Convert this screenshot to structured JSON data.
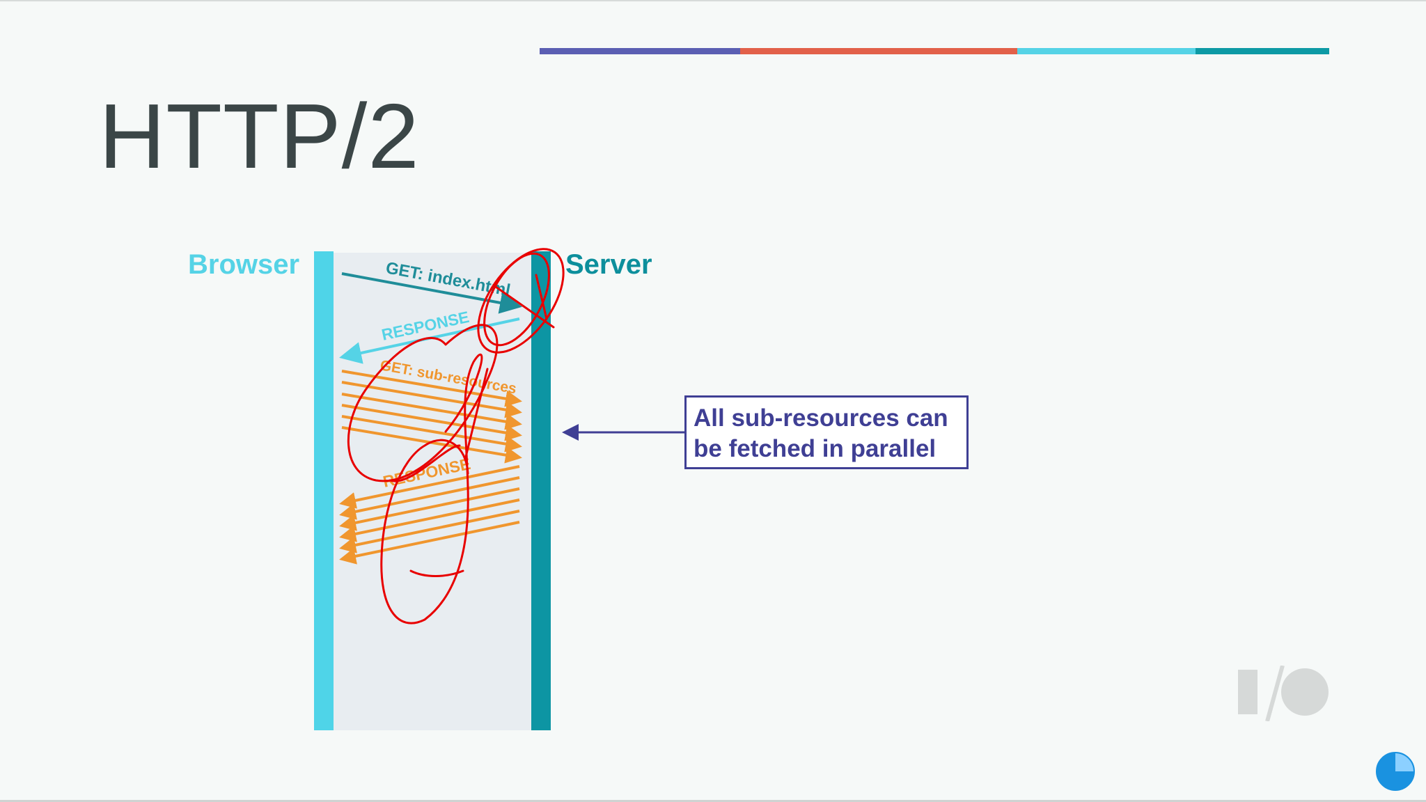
{
  "slide": {
    "title": "HTTP/2"
  },
  "accent_stripe": {
    "colors": [
      "#5b5fb3",
      "#e2614a",
      "#55d3e6",
      "#0d9aa5"
    ]
  },
  "diagram": {
    "left_label": "Browser",
    "right_label": "Server",
    "colors": {
      "browser_bar": "#4fd4e8",
      "server_bar": "#0d95a3",
      "request": "#1f8d99",
      "response": "#55d3e6",
      "subresource": "#f0962e",
      "annotation": "#e80000",
      "callout": "#3f3f94"
    },
    "messages": [
      {
        "label": "GET: index.html",
        "direction": "to-server"
      },
      {
        "label": "RESPONSE",
        "direction": "to-browser"
      },
      {
        "label": "GET: sub-resources",
        "direction": "to-server",
        "arrow_count": 6
      },
      {
        "label": "RESPONSE",
        "direction": "to-browser",
        "arrow_count": 6
      }
    ]
  },
  "callout": {
    "text_line1": "All sub-resources can",
    "text_line2": "be fetched in parallel"
  },
  "icons": {
    "logo": "google-io-logo",
    "progress": "progress-pie-icon"
  }
}
